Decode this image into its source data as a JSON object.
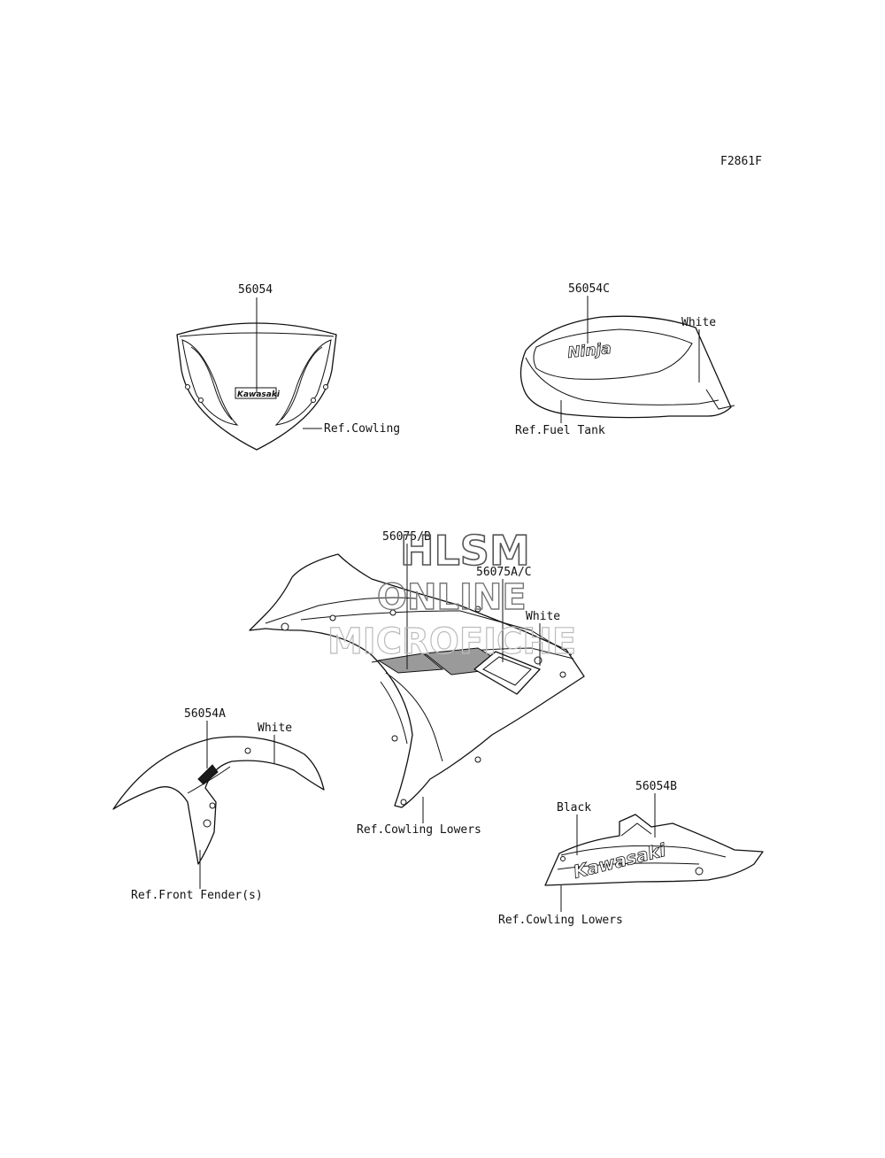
{
  "figure_code": "F2861F",
  "watermark": {
    "line1": "HLSM",
    "line2": "ONLINE",
    "line3": "MICROFICHE"
  },
  "labels": {
    "windshield_part": "56054",
    "windshield_ref": "Ref.Cowling",
    "tank_part": "56054C",
    "tank_color": "White",
    "tank_ref": "Ref.Fuel Tank",
    "cowl_part_b": "56075/B",
    "cowl_part_ac": "56075A/C",
    "cowl_color": "White",
    "cowl_ref": "Ref.Cowling Lowers",
    "fender_part": "56054A",
    "fender_color": "White",
    "fender_ref": "Ref.Front Fender(s)",
    "lower_part": "56054B",
    "lower_color": "Black",
    "lower_ref": "Ref.Cowling Lowers"
  },
  "decals": {
    "tank_logo": "Ninja",
    "lower_logo": "Kawasaki",
    "windshield_logo": "Kawasaki"
  }
}
